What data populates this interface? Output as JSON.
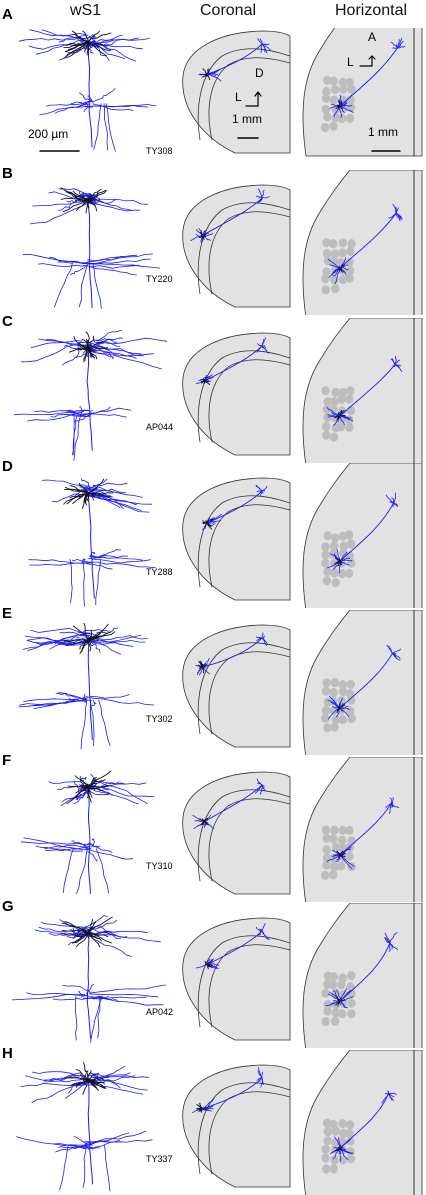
{
  "headers": {
    "left": "wS1",
    "middle": "Coronal",
    "right": "Horizontal"
  },
  "scale": {
    "neuron": "200 µm",
    "coronal": "1 mm",
    "horizontal": "1 mm"
  },
  "orientation": {
    "coronal_up": "D",
    "coronal_left": "L",
    "horizontal_up": "A",
    "horizontal_left": "L"
  },
  "rows": [
    {
      "letter": "A",
      "id": "TY308"
    },
    {
      "letter": "B",
      "id": "TY220"
    },
    {
      "letter": "C",
      "id": "AP044"
    },
    {
      "letter": "D",
      "id": "TY288"
    },
    {
      "letter": "E",
      "id": "TY302"
    },
    {
      "letter": "F",
      "id": "TY310"
    },
    {
      "letter": "G",
      "id": "AP042"
    },
    {
      "letter": "H",
      "id": "TY337"
    }
  ],
  "colors": {
    "axon": "#1a1aff",
    "dendrite": "#111111",
    "brain_fill": "#e2e2e2",
    "barrel": "#bdbdbd"
  }
}
